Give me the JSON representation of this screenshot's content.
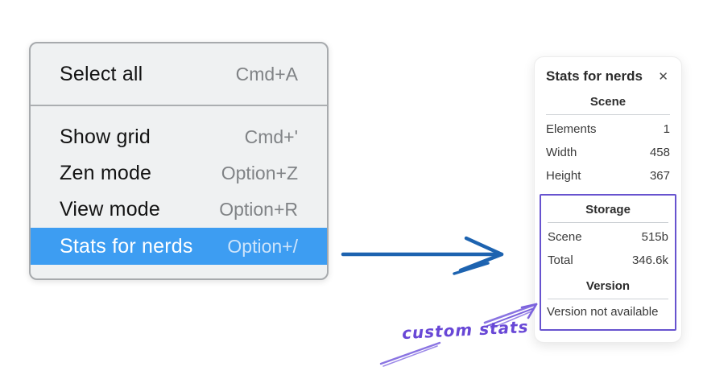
{
  "menu": {
    "sections": [
      {
        "items": [
          {
            "label": "Select all",
            "shortcut": "Cmd+A"
          }
        ]
      },
      {
        "items": [
          {
            "label": "Show grid",
            "shortcut": "Cmd+'"
          },
          {
            "label": "Zen mode",
            "shortcut": "Option+Z"
          },
          {
            "label": "View mode",
            "shortcut": "Option+R"
          },
          {
            "label": "Stats for nerds",
            "shortcut": "Option+/",
            "highlighted": true
          }
        ]
      }
    ]
  },
  "stats_panel": {
    "title": "Stats for nerds",
    "close_icon": "✕",
    "scene": {
      "heading": "Scene",
      "rows": [
        {
          "label": "Elements",
          "value": "1"
        },
        {
          "label": "Width",
          "value": "458"
        },
        {
          "label": "Height",
          "value": "367"
        }
      ]
    },
    "storage": {
      "heading": "Storage",
      "rows": [
        {
          "label": "Scene",
          "value": "515b"
        },
        {
          "label": "Total",
          "value": "346.6k"
        }
      ]
    },
    "version": {
      "heading": "Version",
      "note": "Version not available"
    }
  },
  "annotation": {
    "label": "custom stats"
  },
  "colors": {
    "menu_highlight": "#3d9df2",
    "flow_arrow_blue": "#1d63b0",
    "annotation_purple": "#7c63dd",
    "custom_box_purple": "#6753cf"
  }
}
